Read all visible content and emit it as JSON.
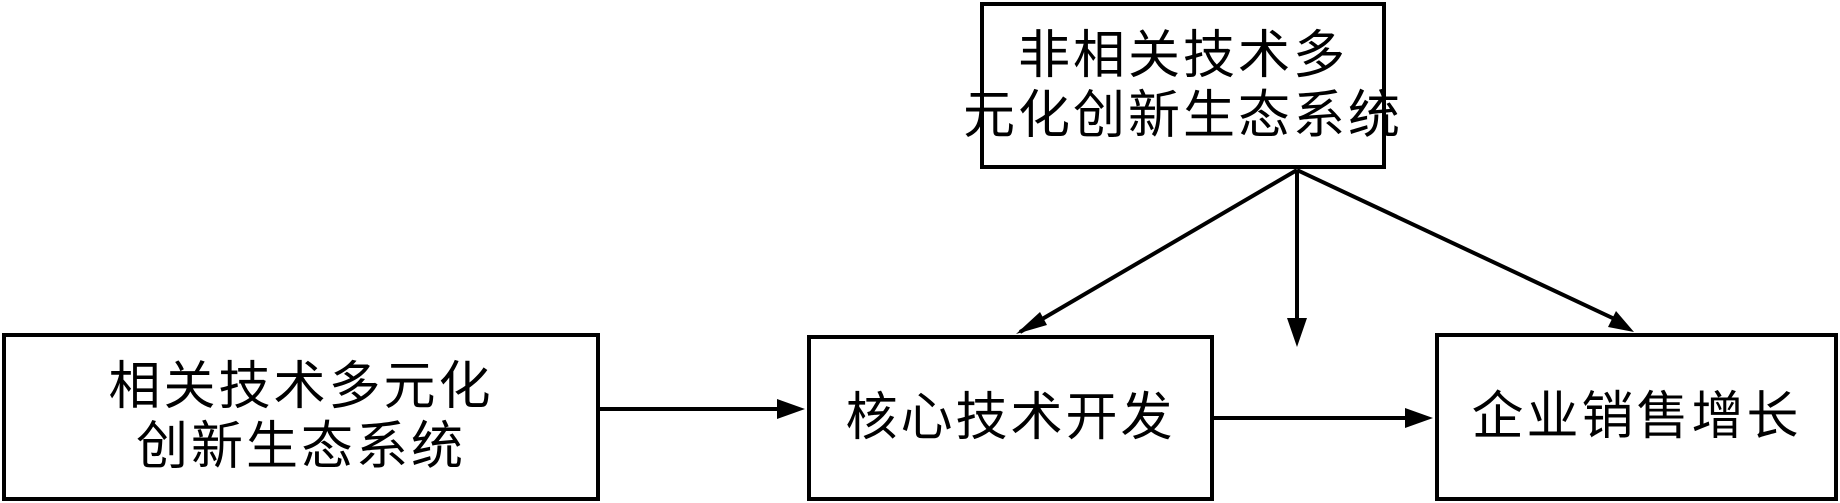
{
  "nodes": {
    "top": {
      "line1": "非相关技术多",
      "line2": "元化创新生态系统"
    },
    "left": {
      "line1": "相关技术多元化",
      "line2": "创新生态系统"
    },
    "center": {
      "label": "核心技术开发"
    },
    "right": {
      "label": "企业销售增长"
    }
  },
  "colors": {
    "stroke": "#000000",
    "background": "#ffffff"
  }
}
